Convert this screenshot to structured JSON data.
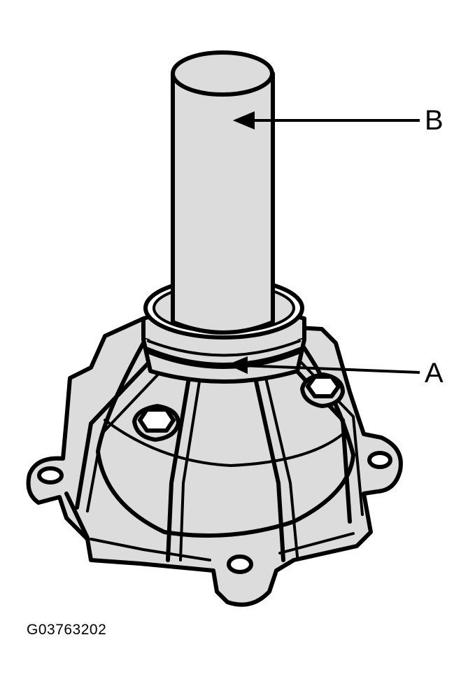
{
  "figure": {
    "callouts": [
      {
        "label": "B",
        "target": "shaft"
      },
      {
        "label": "A",
        "target": "seal-ring"
      }
    ],
    "figure_id": "G03763202"
  },
  "colors": {
    "line": "#000000",
    "fill": "#dcdcdc",
    "highlight": "#ffffff",
    "background": "#ffffff"
  }
}
